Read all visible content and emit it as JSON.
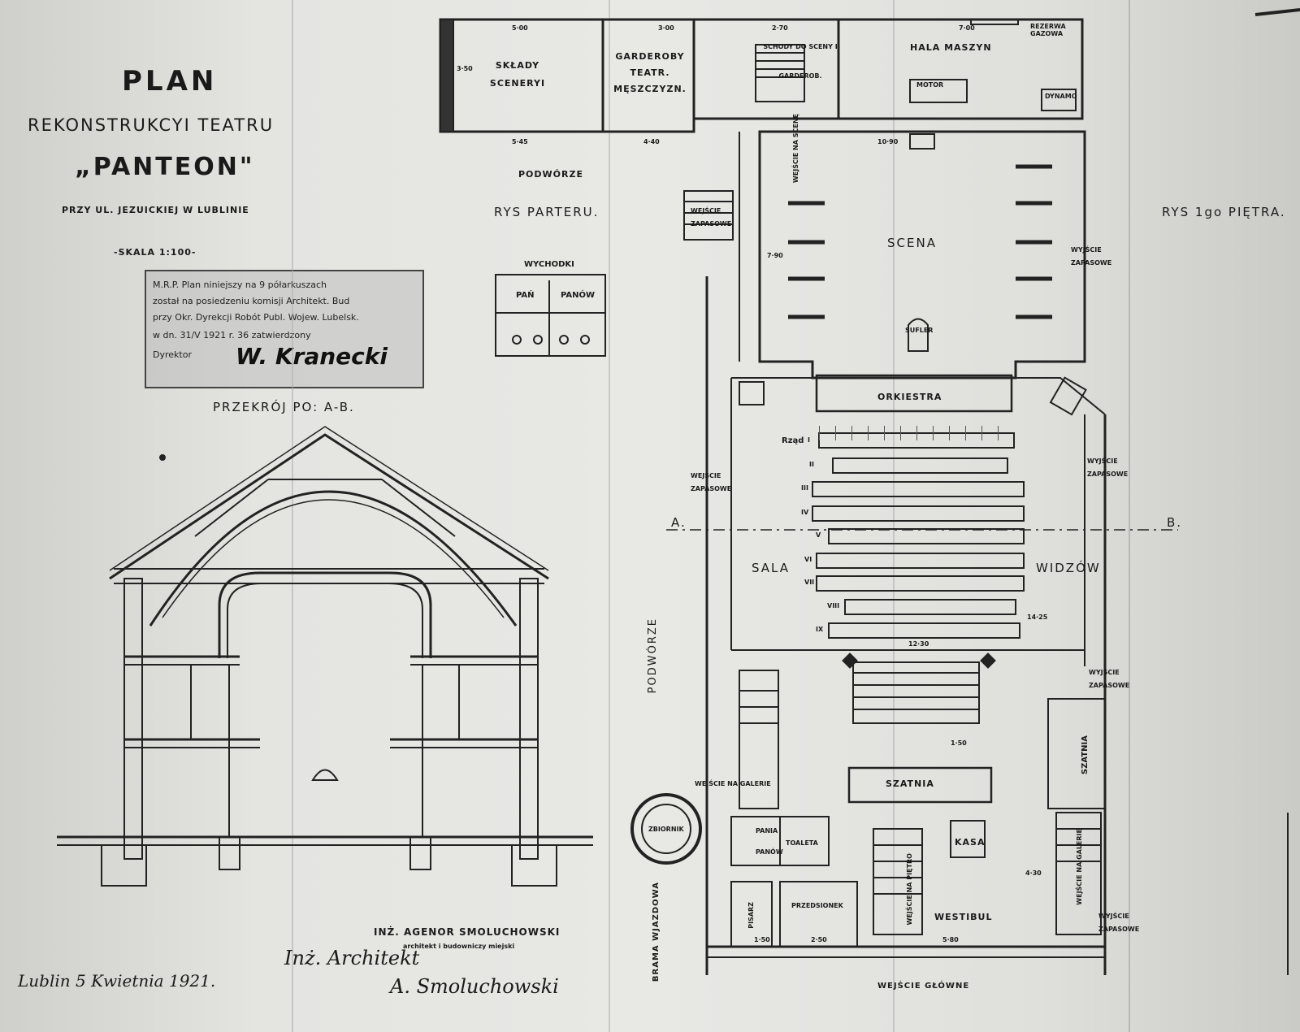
{
  "title": {
    "line1": "PLAN",
    "line2": "REKONSTRUKCYI TEATRU",
    "line3": "„PANTEON\"",
    "line4": "PRZY UL. JEZUICKIEJ W LUBLINIE",
    "scale": "-SKALA 1:100-"
  },
  "stamp": {
    "line1": "M.R.P. Plan niniejszy na 9 półarkuszach",
    "line2": "został na posiedzeniu komisji Architekt. Bud",
    "line3": "przy Okr. Dyrekcji Robót Publ. Wojew. Lubelsk.",
    "line4": "w dn. 31/V 1921 r. 36 zatwierdzony",
    "line5": "Dyrektor"
  },
  "section": {
    "label": "PRZEKRÓJ PO: A-B."
  },
  "ground": {
    "label": "RYS PARTERU.",
    "rooms": {
      "sklady": "SKŁADY SCENERYI",
      "garderoby": "GARDEROBY TEATR. MĘSZCZYZN.",
      "schody": "SCHODY DO SCENY I GARDEROB.",
      "hala": "HALA MASZYN",
      "motor": "MOTOR",
      "dynamo": "DYNAMO",
      "rezerwa": "REZERWA GAZOWA",
      "podworze_top": "PODWÓRZE",
      "wychodki": "WYCHODKI",
      "pan": "PAŃ",
      "panow": "PANÓW",
      "wejscie_scena": "WEJŚCIE NA SCENĘ",
      "scena": "SCENA",
      "sufler": "SUFLER",
      "orkiestra": "ORKIESTRA",
      "sala": "SALA",
      "widzow": "WIDZÓW",
      "podworze_left": "PODWÓRZE",
      "brama": "BRAMA WJAZDOWA",
      "zbiornik": "ZBIORNIK",
      "wejscie_galerie": "WEJŚCIE NA GALERIE",
      "szatnia": "SZATNIA",
      "szatnia_r": "SZATNIA",
      "kasa": "KASA",
      "toaleta": "TOALETA",
      "pania": "PANIA",
      "panow2": "PANÓW",
      "pisarz": "PISARZ",
      "przedsionek": "PRZEDSIONEK",
      "wejscie_pietro": "WEJŚCIE NA PIĘTRO",
      "westibul": "WESTIBUL",
      "wejscie_galerie_r": "WEJŚCIE NA GALERIE",
      "wejscie_glowne": "WEJŚCIE GŁÓWNE"
    },
    "exits": {
      "zapas1": "WEJŚCIE ZAPASOWE",
      "zapas2": "WEJŚCIE ZAPASOWE",
      "zapas3": "WYJŚCIE ZAPASOWE",
      "zapas4": "WYJŚCIE ZAPASOWE",
      "zapas5": "WYJŚCIE ZAPASOWE",
      "zapas6": "WYJŚCIE ZAPASOWE"
    },
    "rows": [
      "I",
      "II",
      "III",
      "IV",
      "V",
      "VI",
      "VII",
      "VIII",
      "IX"
    ],
    "row_label": "Rząd",
    "section_line": {
      "a": "A.",
      "b": "B."
    },
    "dims": {
      "d500": "5·00",
      "d350": "3·50",
      "d300": "3·00",
      "d270": "2·70",
      "d700": "7·00",
      "d545": "5·45",
      "d440": "4·40",
      "d1090": "10·90",
      "d790": "7·90",
      "d1230": "12·30",
      "d1425": "14·25",
      "d150": "1·50",
      "d430": "4·30",
      "d250": "2·50",
      "d580": "5·80",
      "d150b": "1·50"
    }
  },
  "first_floor": {
    "label": "RYS 1go PIĘTRA."
  },
  "signatures": {
    "architect_name": "INŻ. AGENOR SMOLUCHOWSKI",
    "architect_role": "architekt i budowniczy miejski",
    "signed1": "Inż. Architekt",
    "signed2": "A. Smoluchowski",
    "place_date": "Lublin 5 Kwietnia 1921.",
    "director_sig": "W. Kranecki"
  }
}
